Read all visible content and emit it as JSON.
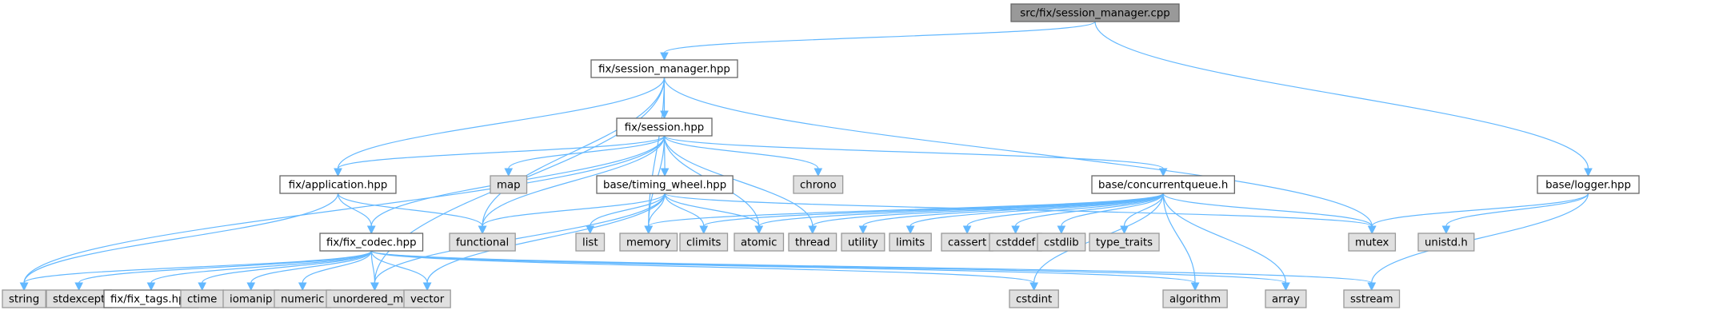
{
  "graph": {
    "title": "src/fix/session_manager.cpp",
    "edge_color": "#63b8ff",
    "nodes": [
      {
        "id": "root",
        "label": "src/fix/session_manager.cpp",
        "kind": "root"
      },
      {
        "id": "session_manager_hpp",
        "label": "fix/session_manager.hpp",
        "kind": "local"
      },
      {
        "id": "logger_hpp",
        "label": "base/logger.hpp",
        "kind": "local"
      },
      {
        "id": "session_hpp",
        "label": "fix/session.hpp",
        "kind": "local"
      },
      {
        "id": "application_hpp",
        "label": "fix/application.hpp",
        "kind": "local"
      },
      {
        "id": "map",
        "label": "map",
        "kind": "sys"
      },
      {
        "id": "timing_wheel_hpp",
        "label": "base/timing_wheel.hpp",
        "kind": "local"
      },
      {
        "id": "chrono",
        "label": "chrono",
        "kind": "sys"
      },
      {
        "id": "concurrentqueue_h",
        "label": "base/concurrentqueue.h",
        "kind": "local"
      },
      {
        "id": "fix_codec_hpp",
        "label": "fix/fix_codec.hpp",
        "kind": "local"
      },
      {
        "id": "functional",
        "label": "functional",
        "kind": "sys"
      },
      {
        "id": "list",
        "label": "list",
        "kind": "sys"
      },
      {
        "id": "memory",
        "label": "memory",
        "kind": "sys"
      },
      {
        "id": "climits",
        "label": "climits",
        "kind": "sys"
      },
      {
        "id": "atomic",
        "label": "atomic",
        "kind": "sys"
      },
      {
        "id": "thread",
        "label": "thread",
        "kind": "sys"
      },
      {
        "id": "utility",
        "label": "utility",
        "kind": "sys"
      },
      {
        "id": "limits",
        "label": "limits",
        "kind": "sys"
      },
      {
        "id": "cassert",
        "label": "cassert",
        "kind": "sys"
      },
      {
        "id": "cstddef",
        "label": "cstddef",
        "kind": "sys"
      },
      {
        "id": "cstdlib",
        "label": "cstdlib",
        "kind": "sys"
      },
      {
        "id": "type_traits",
        "label": "type_traits",
        "kind": "sys"
      },
      {
        "id": "mutex",
        "label": "mutex",
        "kind": "sys"
      },
      {
        "id": "unistd_h",
        "label": "unistd.h",
        "kind": "sys"
      },
      {
        "id": "string",
        "label": "string",
        "kind": "sys"
      },
      {
        "id": "stdexcept",
        "label": "stdexcept",
        "kind": "sys"
      },
      {
        "id": "fix_tags_hpp",
        "label": "fix/fix_tags.hpp",
        "kind": "local"
      },
      {
        "id": "ctime",
        "label": "ctime",
        "kind": "sys"
      },
      {
        "id": "iomanip",
        "label": "iomanip",
        "kind": "sys"
      },
      {
        "id": "numeric",
        "label": "numeric",
        "kind": "sys"
      },
      {
        "id": "unordered_map",
        "label": "unordered_map",
        "kind": "sys"
      },
      {
        "id": "vector",
        "label": "vector",
        "kind": "sys"
      },
      {
        "id": "cstdint",
        "label": "cstdint",
        "kind": "sys"
      },
      {
        "id": "algorithm",
        "label": "algorithm",
        "kind": "sys"
      },
      {
        "id": "array",
        "label": "array",
        "kind": "sys"
      },
      {
        "id": "sstream",
        "label": "sstream",
        "kind": "sys"
      }
    ],
    "edges": [
      [
        "root",
        "session_manager_hpp"
      ],
      [
        "root",
        "logger_hpp"
      ],
      [
        "session_manager_hpp",
        "session_hpp"
      ],
      [
        "session_manager_hpp",
        "application_hpp"
      ],
      [
        "session_manager_hpp",
        "functional"
      ],
      [
        "session_manager_hpp",
        "memory"
      ],
      [
        "session_manager_hpp",
        "mutex"
      ],
      [
        "session_manager_hpp",
        "unordered_map"
      ],
      [
        "session_hpp",
        "application_hpp"
      ],
      [
        "session_hpp",
        "map"
      ],
      [
        "session_hpp",
        "timing_wheel_hpp"
      ],
      [
        "session_hpp",
        "chrono"
      ],
      [
        "session_hpp",
        "concurrentqueue_h"
      ],
      [
        "session_hpp",
        "fix_codec_hpp"
      ],
      [
        "session_hpp",
        "functional"
      ],
      [
        "session_hpp",
        "memory"
      ],
      [
        "session_hpp",
        "atomic"
      ],
      [
        "session_hpp",
        "thread"
      ],
      [
        "session_hpp",
        "string"
      ],
      [
        "application_hpp",
        "fix_codec_hpp"
      ],
      [
        "application_hpp",
        "functional"
      ],
      [
        "application_hpp",
        "string"
      ],
      [
        "timing_wheel_hpp",
        "functional"
      ],
      [
        "timing_wheel_hpp",
        "list"
      ],
      [
        "timing_wheel_hpp",
        "memory"
      ],
      [
        "timing_wheel_hpp",
        "climits"
      ],
      [
        "timing_wheel_hpp",
        "atomic"
      ],
      [
        "timing_wheel_hpp",
        "mutex"
      ],
      [
        "timing_wheel_hpp",
        "unordered_map"
      ],
      [
        "timing_wheel_hpp",
        "vector"
      ],
      [
        "concurrentqueue_h",
        "memory"
      ],
      [
        "concurrentqueue_h",
        "climits"
      ],
      [
        "concurrentqueue_h",
        "atomic"
      ],
      [
        "concurrentqueue_h",
        "thread"
      ],
      [
        "concurrentqueue_h",
        "utility"
      ],
      [
        "concurrentqueue_h",
        "limits"
      ],
      [
        "concurrentqueue_h",
        "cassert"
      ],
      [
        "concurrentqueue_h",
        "cstddef"
      ],
      [
        "concurrentqueue_h",
        "cstdlib"
      ],
      [
        "concurrentqueue_h",
        "type_traits"
      ],
      [
        "concurrentqueue_h",
        "mutex"
      ],
      [
        "concurrentqueue_h",
        "cstdint"
      ],
      [
        "concurrentqueue_h",
        "algorithm"
      ],
      [
        "concurrentqueue_h",
        "array"
      ],
      [
        "fix_codec_hpp",
        "string"
      ],
      [
        "fix_codec_hpp",
        "stdexcept"
      ],
      [
        "fix_codec_hpp",
        "fix_tags_hpp"
      ],
      [
        "fix_codec_hpp",
        "ctime"
      ],
      [
        "fix_codec_hpp",
        "iomanip"
      ],
      [
        "fix_codec_hpp",
        "numeric"
      ],
      [
        "fix_codec_hpp",
        "unordered_map"
      ],
      [
        "fix_codec_hpp",
        "vector"
      ],
      [
        "fix_codec_hpp",
        "cstdint"
      ],
      [
        "fix_codec_hpp",
        "algorithm"
      ],
      [
        "fix_codec_hpp",
        "array"
      ],
      [
        "fix_codec_hpp",
        "sstream"
      ],
      [
        "logger_hpp",
        "mutex"
      ],
      [
        "logger_hpp",
        "unistd_h"
      ],
      [
        "logger_hpp",
        "sstream"
      ]
    ]
  }
}
